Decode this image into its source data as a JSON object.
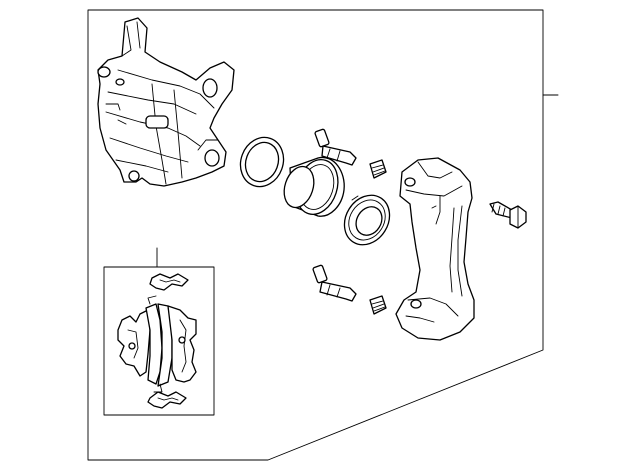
{
  "diagram": {
    "background_color": "#ffffff",
    "line_color": "#000000",
    "parts": [
      {
        "name": "caliper-housing"
      },
      {
        "name": "piston-seal-ring"
      },
      {
        "name": "caliper-piston"
      },
      {
        "name": "dust-boot"
      },
      {
        "name": "guide-pin-upper"
      },
      {
        "name": "guide-pin-lower"
      },
      {
        "name": "bleeder-screw-upper"
      },
      {
        "name": "bleeder-screw-lower"
      },
      {
        "name": "caliper-bracket"
      },
      {
        "name": "bracket-bolt"
      },
      {
        "name": "brake-pad-set"
      },
      {
        "name": "pad-clip-upper"
      },
      {
        "name": "pad-clip-lower"
      }
    ]
  }
}
